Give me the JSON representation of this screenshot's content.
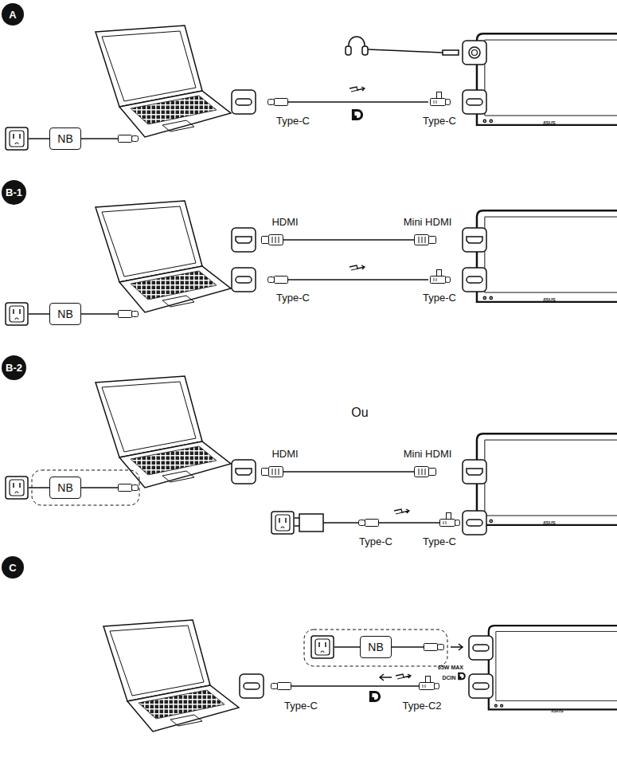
{
  "diagram": {
    "nodes": [
      {
        "text": [
          "A"
        ]
      },
      {
        "text": [
          "NB"
        ]
      },
      {
        "text": [
          "B-1"
        ]
      },
      {
        "text": [
          "NB"
        ]
      },
      {
        "text": [
          "B-2"
        ]
      },
      {
        "text": [
          "NB"
        ]
      },
      {
        "text": [
          "C"
        ]
      },
      {
        "text": [
          "NB"
        ]
      }
    ],
    "labels": [
      "Type-C",
      "Type-C",
      "/ISUS",
      "HDMI",
      "Mini HDMI",
      "Type-C",
      "Type-C",
      "/ISUS",
      "Ou",
      "HDMI",
      "Mini HDMI",
      "Type-C",
      "Type-C",
      "/ISUS",
      "Type-C",
      "65W MAX",
      "DCIN",
      "Type-C2",
      "/ISUS"
    ]
  }
}
